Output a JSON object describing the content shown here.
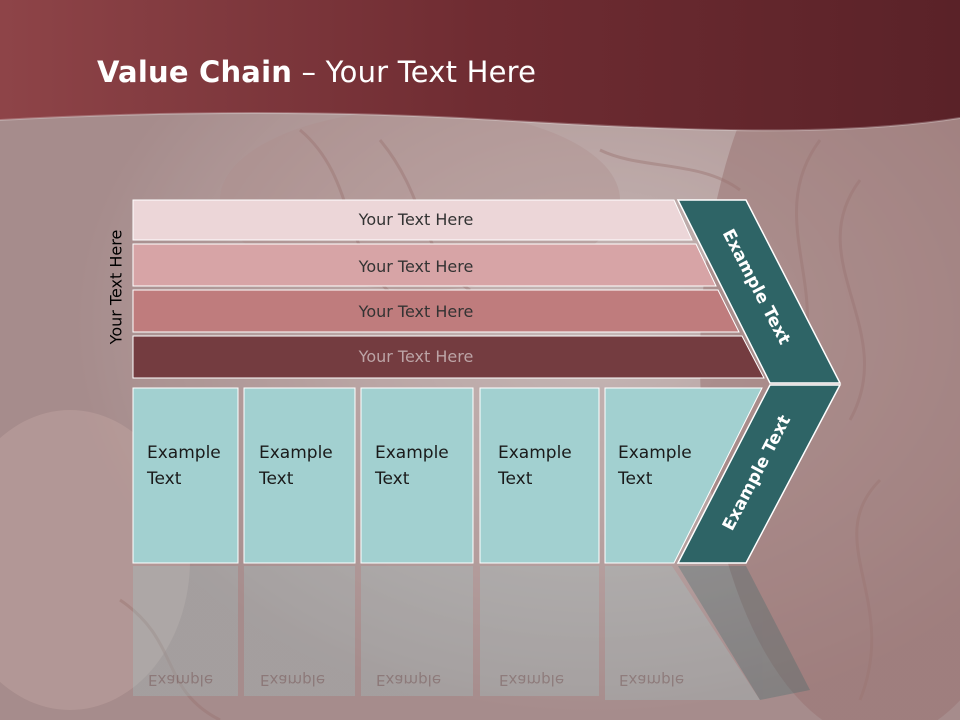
{
  "slide": {
    "title_bold": "Value Chain",
    "title_rest": " – Your Text Here",
    "side_label": "Your Text Here",
    "bars": [
      {
        "label": "Your Text Here"
      },
      {
        "label": "Your Text Here"
      },
      {
        "label": "Your Text Here"
      },
      {
        "label": "Your Text Here"
      }
    ],
    "boxes": [
      {
        "line1": "Example",
        "line2": "Text"
      },
      {
        "line1": "Example",
        "line2": "Text"
      },
      {
        "line1": "Example",
        "line2": "Text"
      },
      {
        "line1": "Example",
        "line2": "Text"
      },
      {
        "line1": "Example",
        "line2": "Text"
      }
    ],
    "chevron_top_label": "Example Text",
    "chevron_bottom_label": "Example Text",
    "colors": {
      "header": "#7a3036",
      "bar1": "#ecd6d8",
      "bar2": "#d7a4a6",
      "bar3": "#bf7c7d",
      "bar4": "#743c40",
      "box": "#a2d0d0",
      "chevron": "#2e6466"
    }
  }
}
